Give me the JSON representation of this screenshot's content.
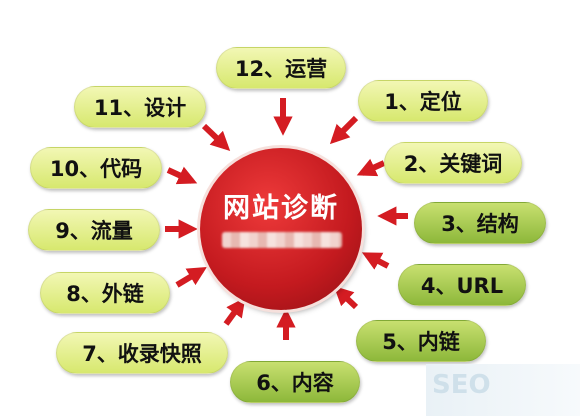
{
  "hub": {
    "title": "网站诊断"
  },
  "items": [
    {
      "label": "12、运营"
    },
    {
      "label": "1、定位"
    },
    {
      "label": "2、关键词"
    },
    {
      "label": "3、结构"
    },
    {
      "label": "4、URL"
    },
    {
      "label": "5、内链"
    },
    {
      "label": "6、内容"
    },
    {
      "label": "7、收录快照"
    },
    {
      "label": "8、外链"
    },
    {
      "label": "9、流量"
    },
    {
      "label": "10、代码"
    },
    {
      "label": "11、设计"
    }
  ],
  "watermark": {
    "text": "SEO"
  },
  "colors": {
    "arrow": "#d41c22",
    "hub": "#c41a1f",
    "pill_light": "#e6f08a",
    "pill_mid": "#a9cc4f"
  }
}
